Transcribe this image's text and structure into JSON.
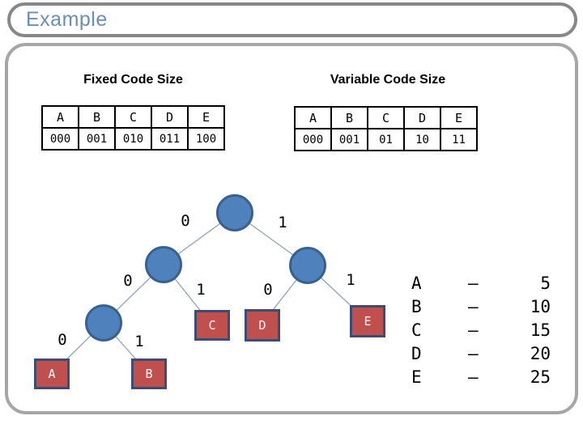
{
  "title": "Example",
  "fixed_table": {
    "heading": "Fixed Code Size",
    "letters": [
      "A",
      "B",
      "C",
      "D",
      "E"
    ],
    "codes": [
      "000",
      "001",
      "010",
      "011",
      "100"
    ]
  },
  "variable_table": {
    "heading": "Variable Code Size",
    "letters": [
      "A",
      "B",
      "C",
      "D",
      "E"
    ],
    "codes": [
      "000",
      "001",
      "01",
      "10",
      "11"
    ]
  },
  "tree": {
    "edge_labels": {
      "root_left": "0",
      "root_right": "1",
      "n0_left": "0",
      "n0_right": "1",
      "n1_left": "0",
      "n1_right": "1",
      "n00_left": "0",
      "n00_right": "1"
    },
    "leaves": {
      "a": "A",
      "b": "B",
      "c": "C",
      "d": "D",
      "e": "E"
    }
  },
  "frequency_list": {
    "rows": [
      {
        "symbol": "A",
        "dash": "–",
        "value": "5"
      },
      {
        "symbol": "B",
        "dash": "–",
        "value": "10"
      },
      {
        "symbol": "C",
        "dash": "–",
        "value": "15"
      },
      {
        "symbol": "D",
        "dash": "–",
        "value": "20"
      },
      {
        "symbol": "E",
        "dash": "–",
        "value": "25"
      }
    ]
  },
  "colors": {
    "title_text": "#6c8eb4",
    "frame_border": "#a6a6a6",
    "node_fill": "#4f81bd",
    "node_border": "#38618f",
    "leaf_fill": "#c0504d",
    "leaf_border": "#3a4e75",
    "edge_line": "#8ca3bd"
  }
}
